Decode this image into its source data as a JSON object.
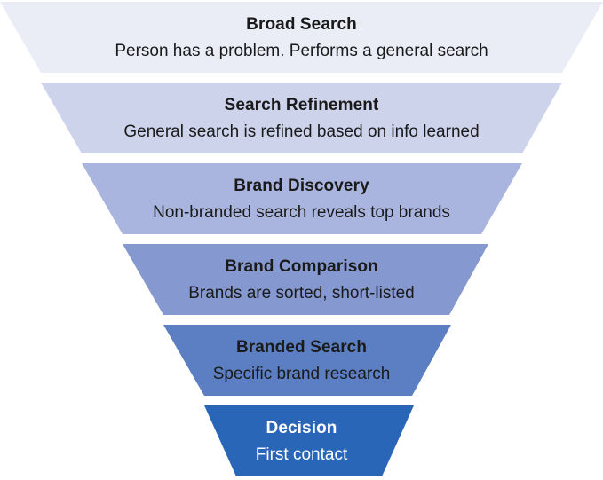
{
  "funnel": {
    "stages": [
      {
        "title": "Broad Search",
        "description": "Person has a problem. Performs a general search",
        "color": "#eaecf6"
      },
      {
        "title": "Search Refinement",
        "description": "General search is refined based on info learned",
        "color": "#cdd3eb"
      },
      {
        "title": "Brand Discovery",
        "description": "Non-branded search reveals top brands",
        "color": "#a9b5de"
      },
      {
        "title": "Brand Comparison",
        "description": "Brands are sorted, short-listed",
        "color": "#8599d0"
      },
      {
        "title": "Branded Search",
        "description": "Specific brand research",
        "color": "#5c7fc4"
      },
      {
        "title": "Decision",
        "description": "First contact",
        "color": "#2a66b8"
      }
    ]
  }
}
